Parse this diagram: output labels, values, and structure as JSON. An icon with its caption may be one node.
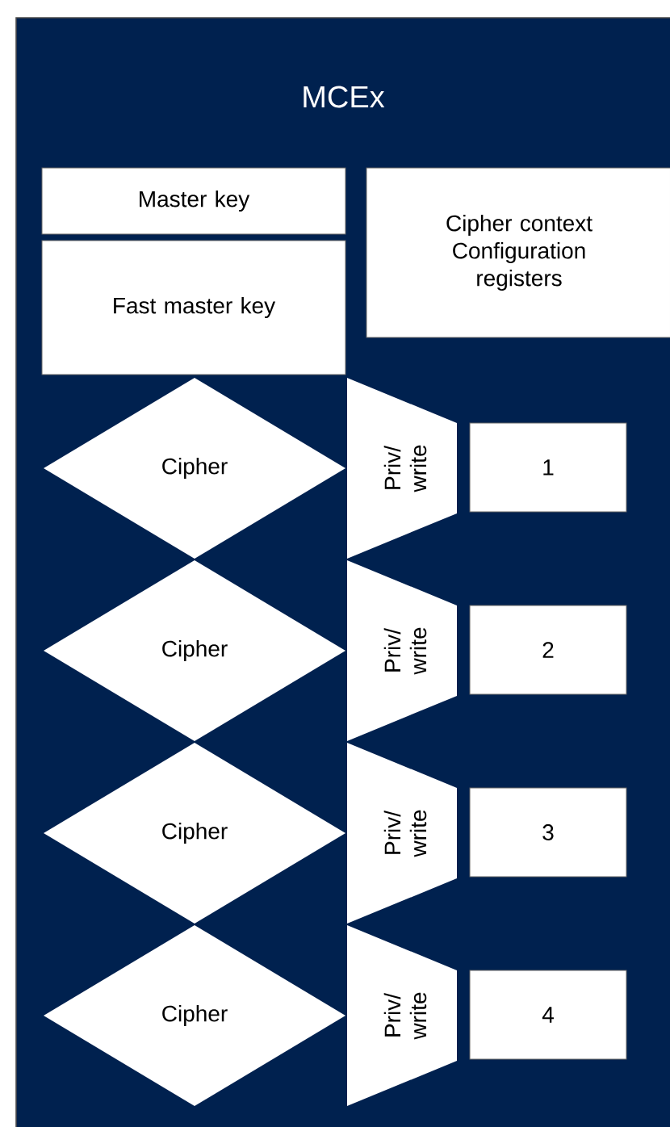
{
  "diagram": {
    "nodes": [
      {
        "text": [
          "MCEx"
        ]
      },
      {
        "text": [
          "Master key"
        ],
        "in": 0
      },
      {
        "text": [
          "Fast master key"
        ],
        "in": 0
      },
      {
        "text": [
          "Cipher context Configuration registers"
        ],
        "in": 0
      },
      {
        "text": [
          "Cipher"
        ],
        "in": 0
      },
      {
        "text": [
          "Priv/ write"
        ],
        "in": 0
      },
      {
        "text": [
          "1"
        ],
        "in": 0
      },
      {
        "text": [
          "Cipher"
        ],
        "in": 0
      },
      {
        "text": [
          "Priv/ write"
        ],
        "in": 0
      },
      {
        "text": [
          "2"
        ],
        "in": 0
      },
      {
        "text": [
          "Cipher"
        ],
        "in": 0
      },
      {
        "text": [
          "Priv/ write"
        ],
        "in": 0
      },
      {
        "text": [
          "3"
        ],
        "in": 0
      },
      {
        "text": [
          "Cipher"
        ],
        "in": 0
      },
      {
        "text": [
          "Priv/ write"
        ],
        "in": 0
      },
      {
        "text": [
          "4"
        ],
        "in": 0
      }
    ]
  }
}
